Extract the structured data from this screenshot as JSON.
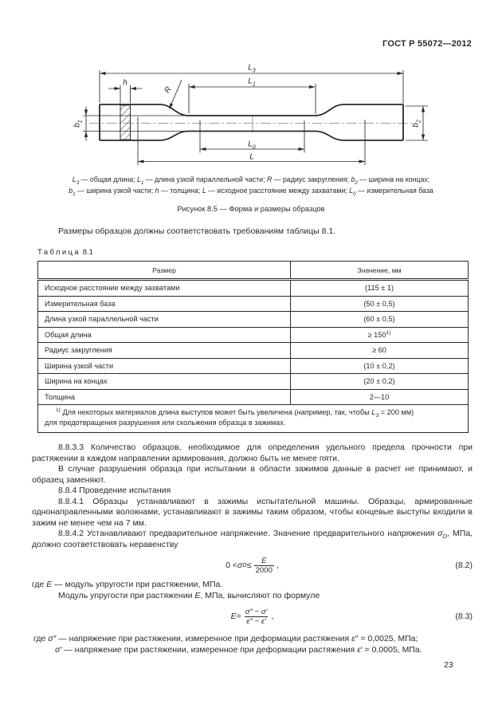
{
  "header": "ГОСТ Р 55072—2012",
  "page_number": "23",
  "figure": {
    "dims": {
      "l3": [
        {
          "t": "L",
          "i": 1
        },
        {
          "t": "3",
          "sub": 1,
          "i": 1
        }
      ],
      "l1": [
        {
          "t": "L",
          "i": 1
        },
        {
          "t": "1",
          "sub": 1,
          "i": 1
        }
      ],
      "h": [
        {
          "t": "h",
          "i": 1
        }
      ],
      "r": [
        {
          "t": "R",
          "i": 1
        }
      ],
      "b1": [
        {
          "t": "b",
          "i": 1
        },
        {
          "t": "1",
          "sub": 1,
          "i": 1
        }
      ],
      "b2": [
        {
          "t": "b",
          "i": 1
        },
        {
          "t": "2",
          "sub": 1,
          "i": 1
        }
      ],
      "l0": [
        {
          "t": "L",
          "i": 1
        },
        {
          "t": "0",
          "sub": 1,
          "i": 1
        }
      ],
      "l": [
        {
          "t": "L",
          "i": 1
        }
      ]
    },
    "caption_line1": [
      {
        "t": "L",
        "i": 1
      },
      {
        "t": "3",
        "sub": 1,
        "i": 1
      },
      {
        "t": " — общая длина; "
      },
      {
        "t": "L",
        "i": 1
      },
      {
        "t": "1",
        "sub": 1,
        "i": 1
      },
      {
        "t": " — длина узкой параллельной части; "
      },
      {
        "t": "R",
        "i": 1
      },
      {
        "t": " — радиус закругления; "
      },
      {
        "t": "b",
        "i": 1
      },
      {
        "t": "2",
        "sub": 1,
        "i": 1
      },
      {
        "t": " — ширина на концах;"
      }
    ],
    "caption_line2": [
      {
        "t": "b",
        "i": 1
      },
      {
        "t": "1",
        "sub": 1,
        "i": 1
      },
      {
        "t": " — ширина узкой части; "
      },
      {
        "t": "h",
        "i": 1
      },
      {
        "t": " — толщина; "
      },
      {
        "t": "L",
        "i": 1
      },
      {
        "t": " — исходное расстояние между захватами; "
      },
      {
        "t": "L",
        "i": 1
      },
      {
        "t": "0",
        "sub": 1,
        "i": 1
      },
      {
        "t": " — измерительная база"
      }
    ],
    "title": "Рисунок 8.5 — Форма и размеры образцов"
  },
  "intro": "Размеры образцов должны соответствовать требованиям таблицы 8.1.",
  "table": {
    "label_word": "Таблица",
    "label_number": "8.1",
    "columns": [
      "Размер",
      "Значение, мм"
    ],
    "rows": [
      [
        "Исходное расстояние между захватами",
        "(115 ± 1)"
      ],
      [
        "Измерительная база",
        "(50 ± 0,5)"
      ],
      [
        "Длина узкой параллельной части",
        "(60 ± 0,5)"
      ],
      [
        "Общая длина",
        [
          {
            "t": "≥ 150"
          },
          {
            "t": "1)",
            "sup": 1
          }
        ]
      ],
      [
        "Радиус закругления",
        "≥ 60"
      ],
      [
        "Ширина узкой части",
        "(10 ± 0,2)"
      ],
      [
        "Ширина на концах",
        "(20 ± 0,2)"
      ],
      [
        "Толщина",
        "2—10"
      ]
    ],
    "footnote_line1": [
      {
        "t": "1)",
        "sup": 1
      },
      {
        "t": " Для некоторых материалов длина выступов может быть увеличена (например, так, чтобы "
      },
      {
        "t": "L",
        "i": 1
      },
      {
        "t": "3",
        "sub": 1,
        "i": 1
      },
      {
        "t": " = 200 мм)"
      }
    ],
    "footnote_line2": "для предотвращения разрушения или скольжения образца в зажимах."
  },
  "paragraphs": {
    "p1": "8.8.3.3 Количество образцов, необходимое для определения удельного предела прочности при растяжении в каждом направлении армирования, должно быть не менее пяти.",
    "p2": "В случае разрушения образца при испытании в области зажимов данные в расчет не принимают, и образец заменяют.",
    "p3": "8.8.4 Проведение испытания",
    "p4": "8.8.4.1 Образцы устанавливают в зажимы испытательной машины. Образцы, армированные однонаправленными волокнами, устанавливают в зажимы таким образом, чтобы концевые выступы входили в зажим не менее чем на 7 мм.",
    "p5": [
      {
        "t": "8.8.4.2 Устанавливают предварительное напряжение. Значение предварительного напряжения "
      },
      {
        "t": "σ",
        "i": 1
      },
      {
        "t": "D",
        "sub": 1,
        "i": 1
      },
      {
        "t": ", МПа, должно соответствовать неравенству"
      }
    ]
  },
  "formulas": {
    "f82": {
      "prefix": "0 < ",
      "sigma": "σ",
      "sigma_sub": "D",
      "rel": " ≤ ",
      "num": "E",
      "den": "2000",
      "tail": " ,",
      "label": "(8.2)"
    },
    "where82": [
      {
        "t": "где "
      },
      {
        "t": "E",
        "i": 1
      },
      {
        "t": " — модуль упругости при растяжении, МПа."
      }
    ],
    "lead83": [
      {
        "t": "Модуль упругости при растяжении "
      },
      {
        "t": "E",
        "i": 1
      },
      {
        "t": ", МПа, вычисляют по формуле"
      }
    ],
    "f83": {
      "lhs": "E",
      "eq": " = ",
      "num": [
        {
          "t": "σ″ − σ′",
          "i": 1
        }
      ],
      "den": [
        {
          "t": "ε″ − ε′",
          "i": 1
        }
      ],
      "tail": " ,",
      "label": "(8.3)"
    }
  },
  "definitions": {
    "d1": [
      {
        "t": "где  "
      },
      {
        "t": "σ″",
        "i": 1
      },
      {
        "t": " — напряжение при растяжении, измеренное при деформации растяжения "
      },
      {
        "t": "ε",
        "i": 1
      },
      {
        "t": "″ = 0,0025, МПа;"
      }
    ],
    "d2": [
      {
        "t": "σ′",
        "i": 1
      },
      {
        "t": " — напряжение при растяжении, измеренное при деформации растяжения "
      },
      {
        "t": "ε",
        "i": 1
      },
      {
        "t": "′ = 0,0005, МПа."
      }
    ]
  }
}
